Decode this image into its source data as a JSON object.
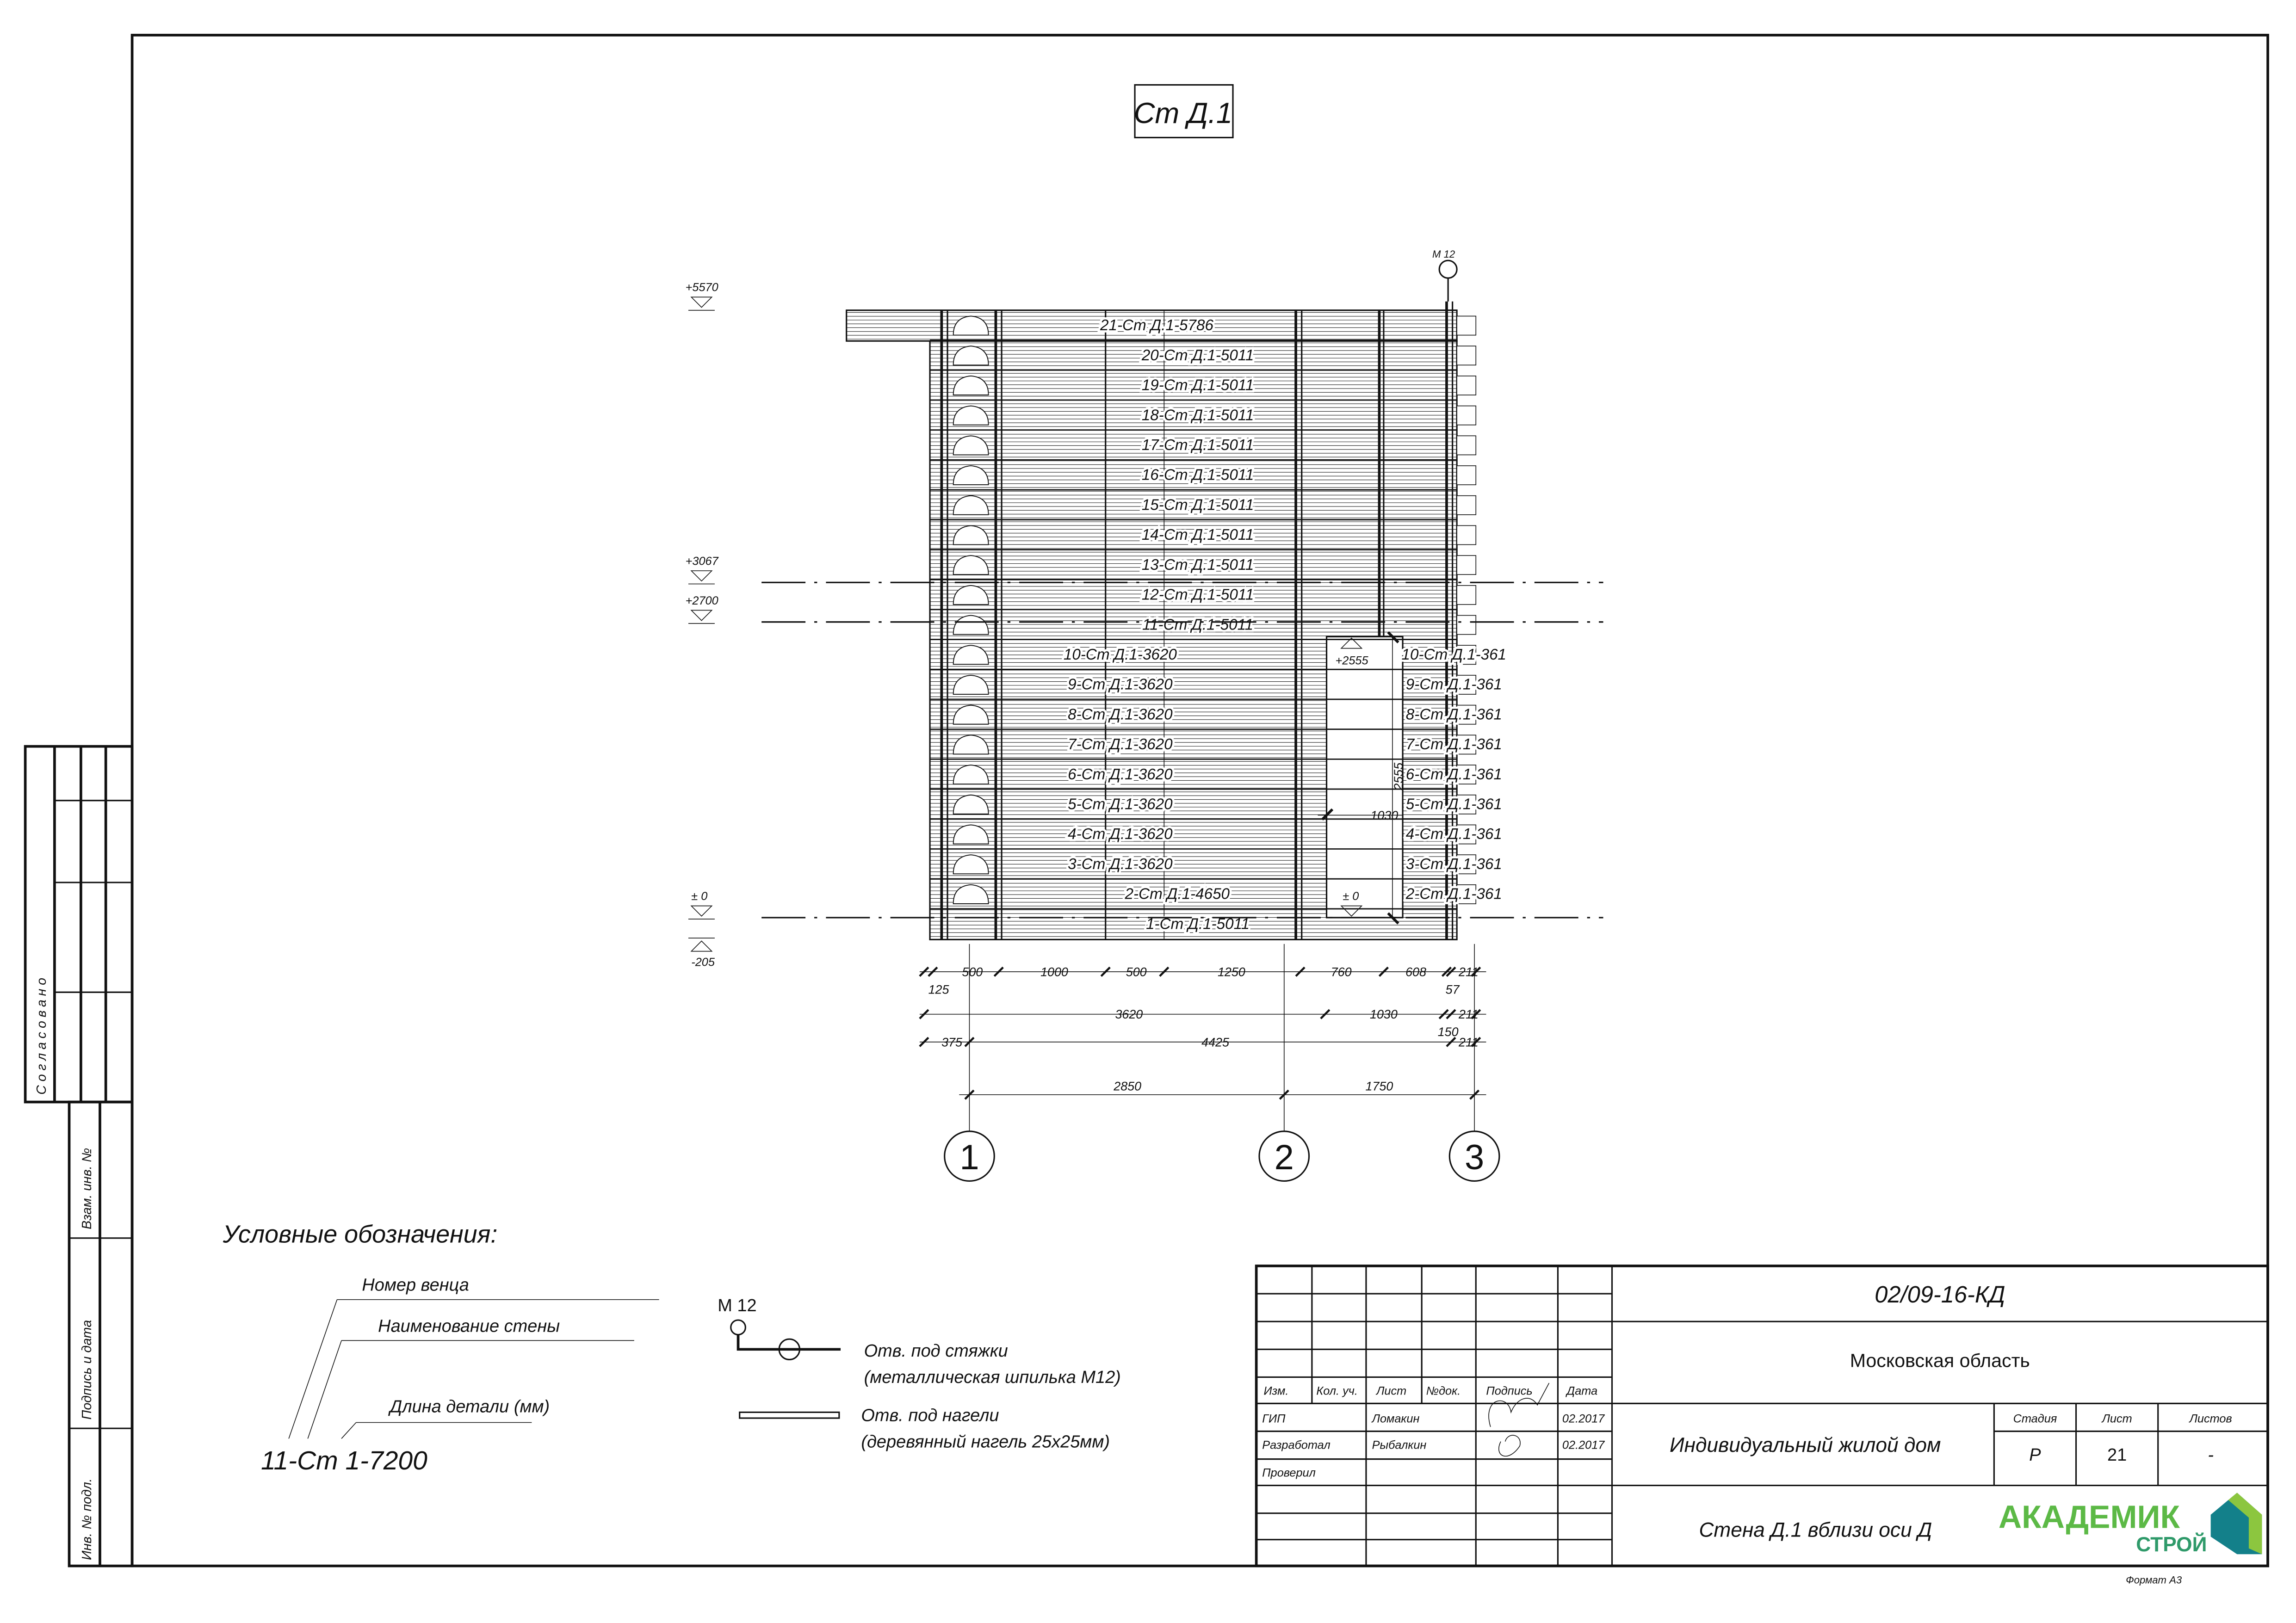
{
  "drawing": {
    "view_title": "Ст Д.1",
    "tie_label": "M 12",
    "main_rows": [
      "21-Ст Д.1-5786",
      "20-Ст Д.1-5011",
      "19-Ст Д.1-5011",
      "18-Ст Д.1-5011",
      "17-Ст Д.1-5011",
      "16-Ст Д.1-5011",
      "15-Ст Д.1-5011",
      "14-Ст Д.1-5011",
      "13-Ст Д.1-5011",
      "12-Ст Д.1-5011",
      "11-Ст Д.1-5011",
      "10-Ст Д.1-3620",
      "9-Ст Д.1-3620",
      "8-Ст Д.1-3620",
      "7-Ст Д.1-3620",
      "6-Ст Д.1-3620",
      "5-Ст Д.1-3620",
      "4-Ст Д.1-3620",
      "3-Ст Д.1-3620",
      "2-Ст Д.1-4650",
      "1-Ст Д.1-5011"
    ],
    "side_rows": [
      "10-Ст Д.1-361",
      "9-Ст Д.1-361",
      "8-Ст Д.1-361",
      "7-Ст Д.1-361",
      "6-Ст Д.1-361",
      "5-Ст Д.1-361",
      "4-Ст Д.1-361",
      "3-Ст Д.1-361",
      "2-Ст Д.1-361"
    ],
    "levels": {
      "l5570": "+5570",
      "l3067": "+3067",
      "l2700": "+2700",
      "l0": "± 0",
      "lm205": "-205",
      "opening_top": "+2555",
      "opening_bottom": "± 0"
    },
    "opening": {
      "height": "2555",
      "width": "1030"
    },
    "dims": {
      "row1": {
        "a": "125",
        "b": "500",
        "c": "1000",
        "d": "500",
        "e": "1250",
        "f": "760",
        "g": "608",
        "h": "211",
        "i": "57"
      },
      "row2": {
        "a": "3620",
        "b": "1030",
        "c": "211",
        "d": "150"
      },
      "row3": {
        "a": "375",
        "b": "4425",
        "c": "211"
      },
      "row4": {
        "a": "2850",
        "b": "1750"
      }
    },
    "axes": [
      "1",
      "2",
      "3"
    ]
  },
  "legend": {
    "title": "Условные обозначения:",
    "row_number": "Номер венца",
    "wall_name": "Наименование стены",
    "part_length": "Длина детали (мм)",
    "example": "11-Ст 1-7200",
    "tie_label": "M 12",
    "tie_line1": "Отв. под стяжки",
    "tie_line2": "(металлическая шпилька М12)",
    "dowel_line1": "Отв. под нагели",
    "dowel_line2": "(деревянный нагель 25х25мм)"
  },
  "sidebar": {
    "agreed": "Согласовано",
    "inv_replace": "Взам. инв. №",
    "sign_date": "Подпись и дата",
    "inv_orig": "Инв. № подл."
  },
  "title_block": {
    "code": "02/09-16-КД",
    "region": "Московская область",
    "headers": [
      "Изм.",
      "Кол. уч.",
      "Лист",
      "№док.",
      "Подпись",
      "Дата"
    ],
    "roles": [
      "ГИП",
      "Разработал",
      "Проверил"
    ],
    "names": [
      "Ломакин",
      "Рыбалкин"
    ],
    "dates": [
      "02.2017",
      "02.2017"
    ],
    "object": "Индивидуальный жилой дом",
    "sheet_title": "Стена Д.1 вблизи оси Д",
    "stage_label": "Стадия",
    "sheet_label": "Лист",
    "sheets_label": "Листов",
    "stage": "Р",
    "sheet": "21",
    "sheets": "-",
    "logo_top": "АКАДЕМИК",
    "logo_bottom": "СТРОЙ",
    "format": "Формат А3"
  },
  "colors": {
    "logo_green": "#5cb946",
    "logo_teal": "#13808a",
    "ink": "#111111"
  }
}
